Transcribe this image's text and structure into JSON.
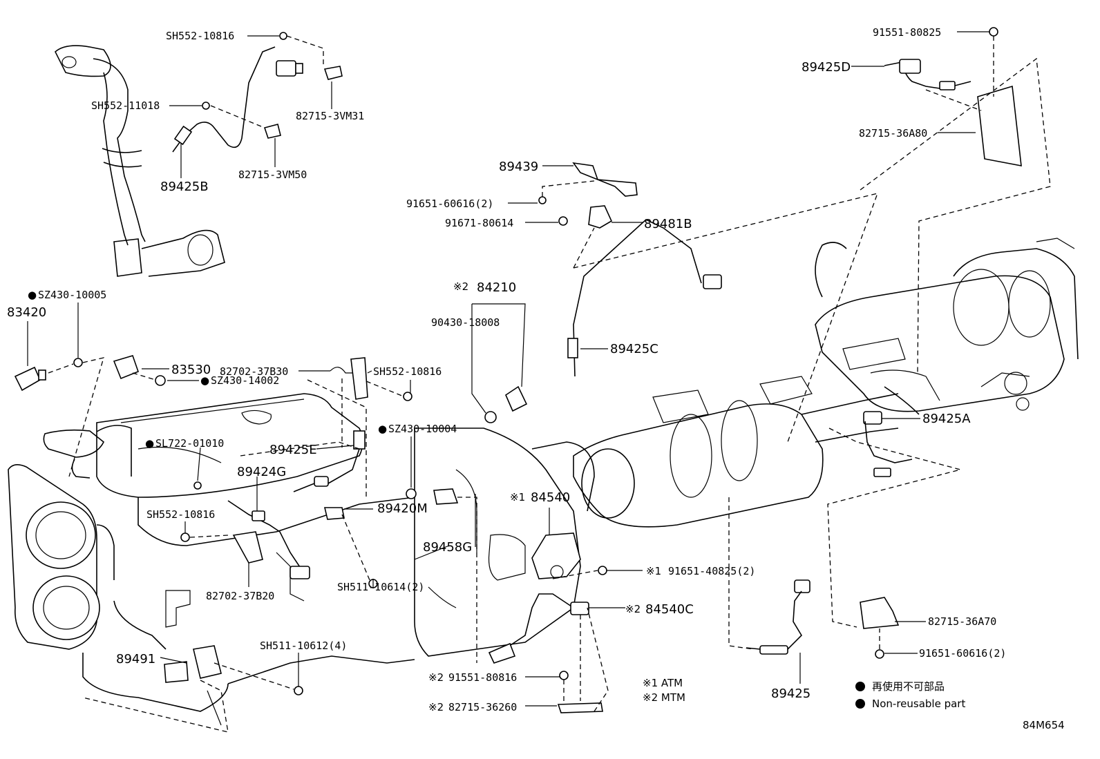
{
  "diagram_id": "84M654",
  "labels": {
    "sh552_10816_top": "SH552-10816",
    "sh552_11018": "SH552-11018",
    "p82715_3vm31": "82715-3VM31",
    "p82715_3vm50": "82715-3VM50",
    "p89425b": "89425B",
    "p91551_80825": "91551-80825",
    "p89425d": "89425D",
    "p82715_36a80": "82715-36A80",
    "p89439": "89439",
    "p91651_60616_top": "91651-60616(2)",
    "p91671_80614": "91671-80614",
    "p89481b": "89481B",
    "sz430_10005": "SZ430-10005",
    "p83420": "83420",
    "p84210_mark": "※2",
    "p84210": "84210",
    "p90430_18008": "90430-18008",
    "p89425c": "89425C",
    "p83530": "83530",
    "p82702_37b30": "82702-37B30",
    "sh552_10816_mid": "SH552-10816",
    "sz430_14002": "SZ430-14002",
    "sz430_10004": "SZ430-10004",
    "sl722_01010": "SL722-01010",
    "p89425e": "89425E",
    "p89424g": "89424G",
    "p89420m": "89420M",
    "p89425a": "89425A",
    "p84540_mark": "※1",
    "p84540": "84540",
    "sh552_10816_low": "SH552-10816",
    "p89458g": "89458G",
    "p91651_40825_mark": "※1",
    "p91651_40825": "91651-40825(2)",
    "sh511_10614": "SH511-10614(2)",
    "p82702_37b20": "82702-37B20",
    "p84540c_mark": "※2",
    "p84540c": "84540C",
    "p82715_36a70": "82715-36A70",
    "p91651_60616_low": "91651-60616(2)",
    "p89491": "89491",
    "sh511_10612": "SH511-10612(4)",
    "p91551_80816_mark": "※2",
    "p91551_80816": "91551-80816",
    "p82715_36260_mark": "※2",
    "p82715_36260": "82715-36260",
    "p89425": "89425"
  },
  "legend": {
    "atm": "※1 ATM",
    "mtm": "※2 MTM",
    "nonreusable_jp": "再使用不可部品",
    "nonreusable_en": "Non-reusable part"
  }
}
